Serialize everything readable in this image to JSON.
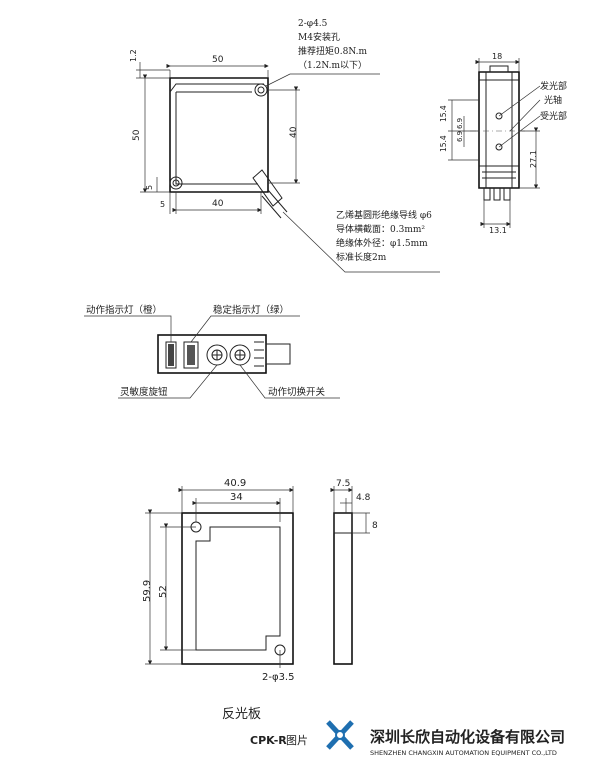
{
  "top_view": {
    "dim_top": "50",
    "dim_side_top": "1.2",
    "dim_left": "50",
    "dim_right": "40",
    "dim_small": "5",
    "dim_bottom_left": "5",
    "dim_bottom": "40",
    "hole_note": [
      "2-φ4.5",
      "M4安装孔",
      "推荐扭矩0.8N.m",
      "（1.2N.m以下）"
    ],
    "cable_note": [
      "乙烯基圆形绝缘导线 φ6",
      "导体横截面：0.3mm²",
      "绝缘体外径：φ1.5mm",
      "标准长度2m"
    ]
  },
  "side_view": {
    "dim_top": "18",
    "dims_left": [
      "15.4",
      "15.4",
      "6.9",
      "6.9"
    ],
    "dim_right": "27.1",
    "dim_bottom": "13.1",
    "labels": [
      "发光部",
      "光轴",
      "受光部"
    ]
  },
  "panel": {
    "label_tl": "动作指示灯（橙）",
    "label_tr": "稳定指示灯（绿）",
    "label_bl": "灵敏度旋钮",
    "label_br": "动作切换开关"
  },
  "reflector": {
    "dim_outer_w": "40.9",
    "dim_inner_w": "34",
    "dim_outer_h": "59.9",
    "dim_inner_h": "52",
    "dim_hole": "2-φ3.5",
    "side_w": "7.5",
    "side_d": "4.8",
    "side_h": "8",
    "caption": "反光板"
  },
  "footer": {
    "model": "CPK-R",
    "model_overlay": "图片",
    "company_cn": "深圳长欣自动化设备有限公司",
    "company_en": "SHENZHEN CHANGXIN AUTOMATION EQUIPMENT CO.,LTD"
  }
}
